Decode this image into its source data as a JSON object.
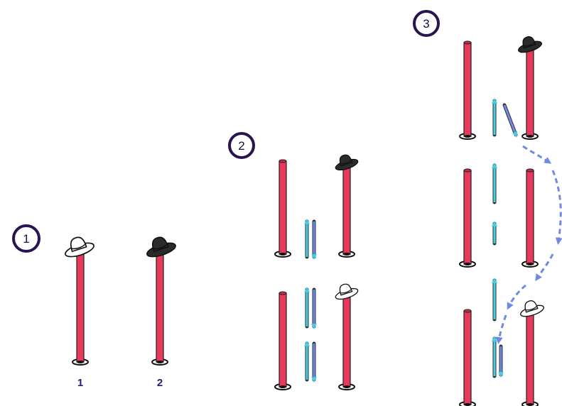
{
  "steps": [
    {
      "number": "1"
    },
    {
      "number": "2"
    },
    {
      "number": "3"
    }
  ],
  "pole_labels": [
    "1",
    "2"
  ],
  "colors": {
    "pole": "#e8395c",
    "badge_border": "#2a1450",
    "up_arrow": "#45cde0",
    "down_arrow": "#6f8ae3",
    "hat_white": "#ffffff",
    "hat_black": "#2b2b2b"
  }
}
